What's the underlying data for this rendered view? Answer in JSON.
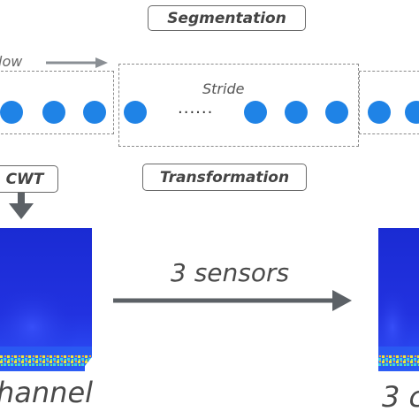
{
  "segmentation_label": "Segmentation",
  "window_label": "low",
  "stride_label": "Stride",
  "ellipsis": "......",
  "cwt_label": "CWT",
  "transformation_label": "Transformation",
  "arrow_label": "3 sensors",
  "left_caption": "hannel",
  "right_caption": "3 c",
  "colors": {
    "dot": "#1f83e6",
    "arrow": "#5c6166",
    "border": "#6a6a6a",
    "scalogram_bg": "#1d2fd8"
  },
  "icons": [
    "window-arrow-icon",
    "down-arrow-icon",
    "right-arrow-icon"
  ]
}
